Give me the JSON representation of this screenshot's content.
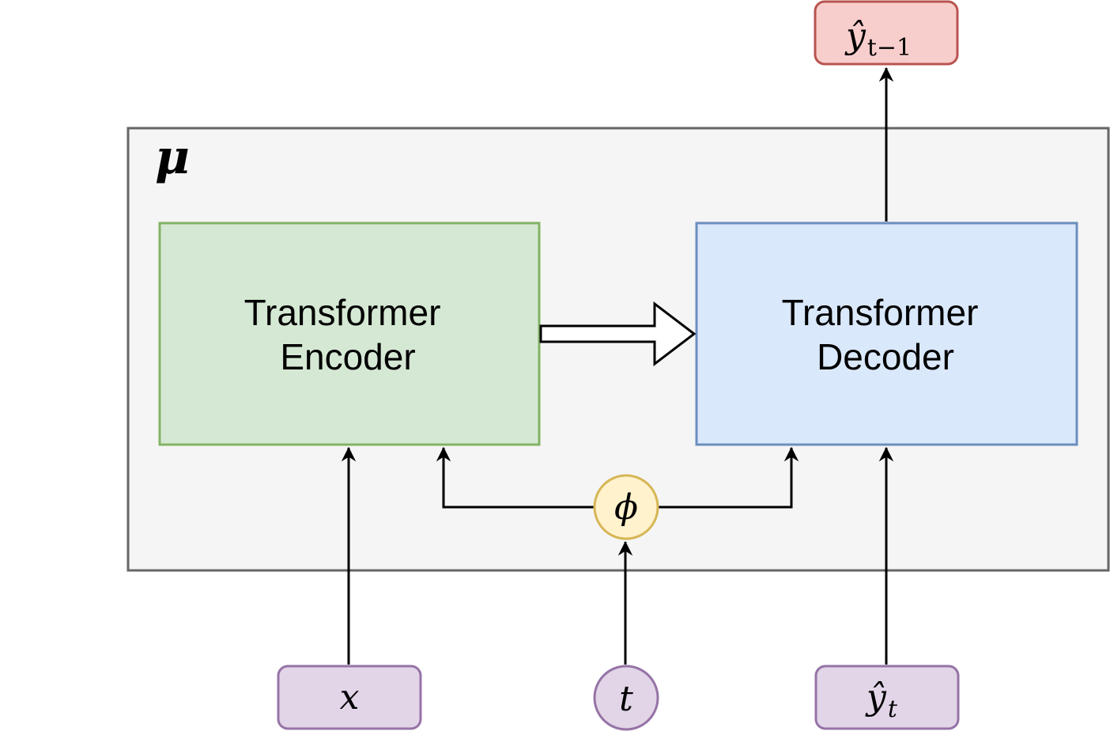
{
  "container": {
    "label": "μ",
    "fill": "#f5f5f5",
    "stroke": "#666666"
  },
  "encoder": {
    "line1": "Transformer",
    "line2": "Encoder",
    "fill": "#d5e8d4",
    "stroke": "#82b366"
  },
  "decoder": {
    "line1": "Transformer",
    "line2": "Decoder",
    "fill": "#dae8fc",
    "stroke": "#6c8ebf"
  },
  "phi_node": {
    "label": "ϕ",
    "fill": "#fff2cc",
    "stroke": "#d6b656"
  },
  "output_node": {
    "base": "ŷ",
    "subscript": "t−1",
    "fill": "#f8cecc",
    "stroke": "#b85450"
  },
  "input_x": {
    "label": "x",
    "fill": "#e1d5e7",
    "stroke": "#9673a6"
  },
  "input_t": {
    "label": "t",
    "fill": "#e1d5e7",
    "stroke": "#9673a6"
  },
  "input_y": {
    "base": "ŷ",
    "subscript": "t",
    "fill": "#e1d5e7",
    "stroke": "#9673a6"
  }
}
